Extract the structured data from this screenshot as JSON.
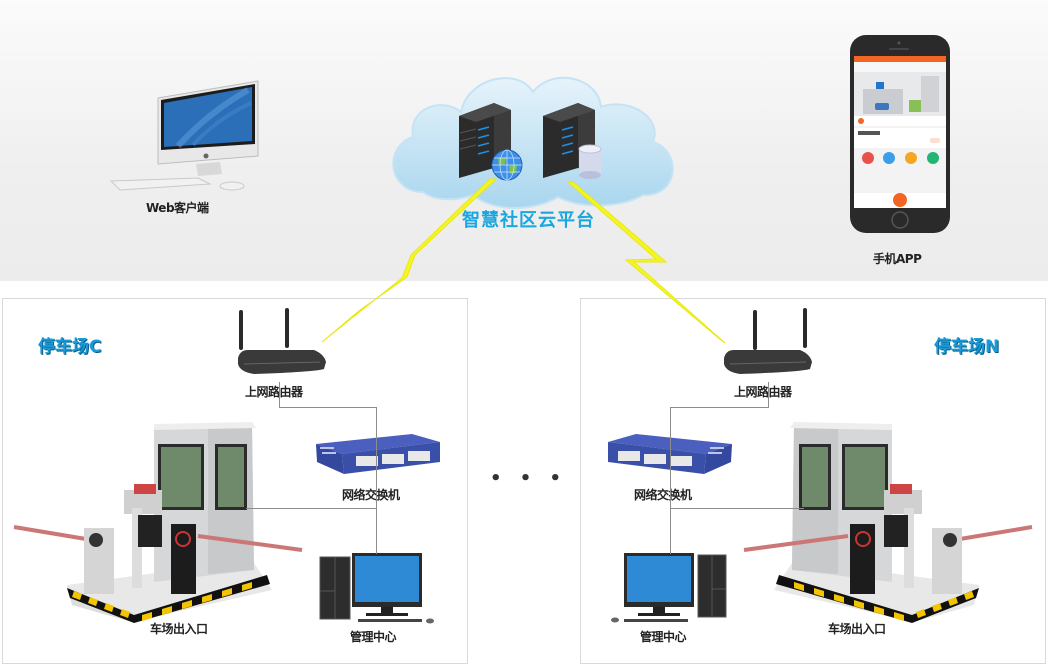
{
  "cloud": {
    "title": "智慧社区云平台",
    "servers": [
      {
        "name": "web-server",
        "badge_icon": "globe-icon"
      },
      {
        "name": "database-server",
        "badge_icon": "database-icon"
      }
    ]
  },
  "clients": {
    "web": {
      "label": "Web客户端",
      "icon": "desktop-computer-icon"
    },
    "mobile": {
      "label": "手机APP",
      "icon": "smartphone-icon"
    }
  },
  "parking_lots": [
    {
      "title": "停车场C",
      "router_label": "上网路由器",
      "switch_label": "网络交换机",
      "management_label": "管理中心",
      "gate_label": "车场出入口"
    },
    {
      "title": "停车场N",
      "router_label": "上网路由器",
      "switch_label": "网络交换机",
      "management_label": "管理中心",
      "gate_label": "车场出入口"
    }
  ],
  "ellipsis": "• • •",
  "colors": {
    "accent_blue": "#1aa6df",
    "lightning_yellow": "#f5f526",
    "switch_blue": "#3a4fa8",
    "phone_orange": "#f26522"
  }
}
